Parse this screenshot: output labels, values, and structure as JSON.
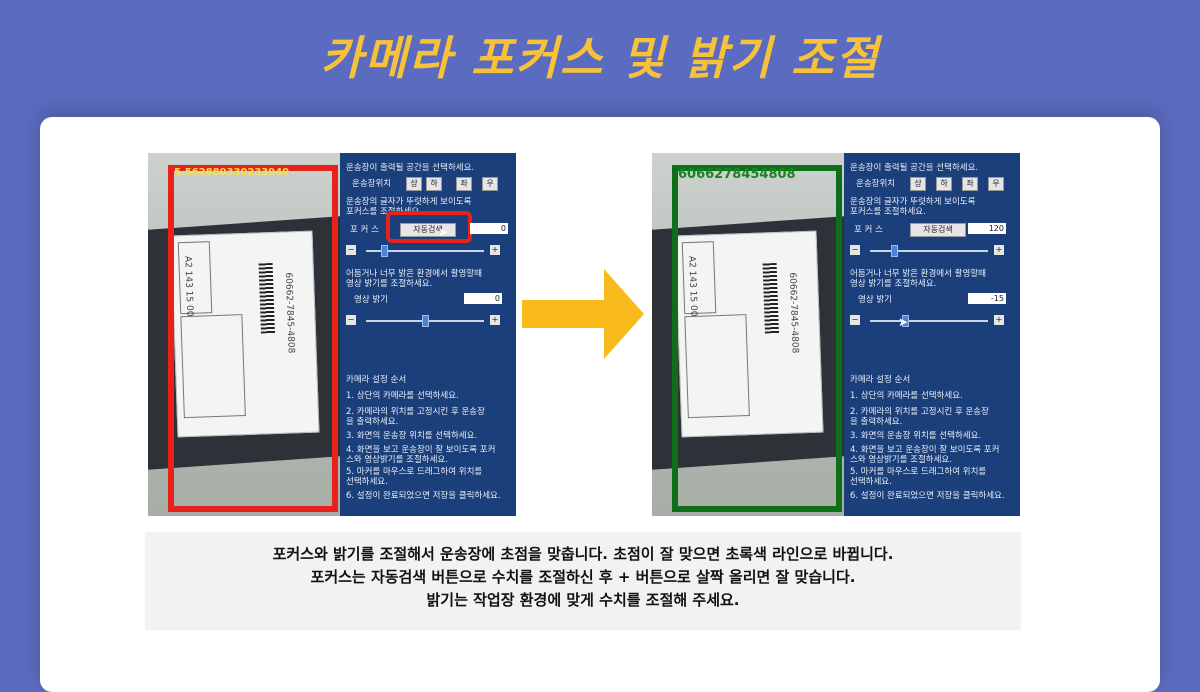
{
  "title": "카메라 포커스 및 밝기 조절",
  "left": {
    "barcode": "5.562880330233940",
    "panel": {
      "line1": "운송장이 출력될 공간을 선택하세요.",
      "pos_label": "운송장위치",
      "pos_buttons": [
        "상",
        "하",
        "좌",
        "우"
      ],
      "line2": "운송장의 글자가 뚜렷하게 보이도록",
      "line3": "포커스를 조절하세요.",
      "focus_label": "포 커 스",
      "auto_button": "자동검색",
      "focus_value": "0",
      "bright1": "어둡거나 너무 밝은 환경에서 촬영할때",
      "bright2": "영상 밝기를 조절하세요.",
      "bright_label": "영상 밝기",
      "bright_value": "0",
      "guide_title": "카메라 설정 순서",
      "steps": [
        "1. 상단의 카메라를 선택하세요.",
        "2. 카메라의 위치를 고정시킨 후 운송장을 출력하세요.",
        "3. 화면의 운송장 위치를 선택하세요.",
        "4. 화면을 보고 운송장이 잘 보이도록 포커스와 영상밝기를 조절하세요.",
        "5. 마커를 마우스로 드래그하여 위치를 선택하세요.",
        "6. 설정이 완료되었으면 저장을 클릭하세요."
      ],
      "minus": "−",
      "plus": "+",
      "focus_level": 0.15,
      "bright_level": 0.5
    }
  },
  "right": {
    "barcode": "6066278454808",
    "panel": {
      "line1": "운송장이 출력될 공간을 선택하세요.",
      "pos_label": "운송장위치",
      "pos_buttons": [
        "상",
        "하",
        "좌",
        "우"
      ],
      "line2": "운송장의 글자가 뚜렷하게 보이도록",
      "line3": "포커스를 조절하세요.",
      "focus_label": "포 커 스",
      "auto_button": "자동검색",
      "focus_value": "120",
      "bright1": "어둡거나 너무 밝은 환경에서 촬영할때",
      "bright2": "영상 밝기를 조절하세요.",
      "bright_label": "영상 밝기",
      "bright_value": "-15",
      "guide_title": "카메라 설정 순서",
      "steps": [
        "1. 상단의 카메라를 선택하세요.",
        "2. 카메라의 위치를 고정시킨 후 운송장을 출력하세요.",
        "3. 화면의 운송장 위치를 선택하세요.",
        "4. 화면을 보고 운송장이 잘 보이도록 포커스와 영상밝기를 조절하세요.",
        "5. 마커를 마우스로 드래그하여 위치를 선택하세요.",
        "6. 설정이 완료되었으면 저장을 클릭하세요."
      ],
      "minus": "−",
      "plus": "+",
      "focus_level": 0.2,
      "bright_level": 0.3
    }
  },
  "label_text": {
    "a": "A2 143 15 00",
    "b": "60662-7845-4808"
  },
  "caption": {
    "line1": "포커스와 밝기를 조절해서 운송장에 초점을 맞춥니다. 초점이 잘 맞으면 초록색 라인으로 바뀝니다.",
    "line2": "포커스는 자동검색 버튼으로 수치를 조절하신 후 + 버튼으로 살짝 올리면 잘 맞습니다.",
    "line3": "밝기는 작업장 환경에 맞게 수치를 조절해 주세요."
  },
  "colors": {
    "bad": "#e8211b",
    "good": "#0f6e1a",
    "arrow": "#f9bb1b",
    "accent": "#f7c23a"
  }
}
